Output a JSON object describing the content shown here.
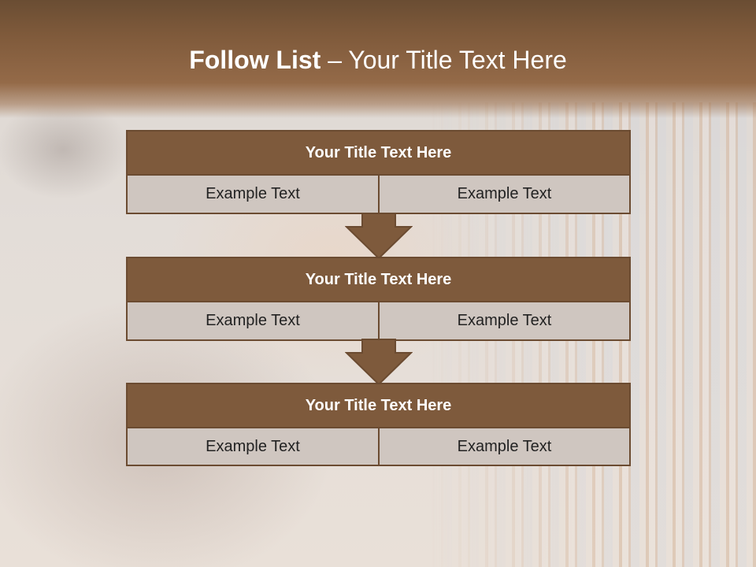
{
  "slide": {
    "title_bold": "Follow List",
    "title_rest": " – Your Title Text Here"
  },
  "steps": [
    {
      "title": "Your Title Text Here",
      "left": "Example Text",
      "right": "Example Text"
    },
    {
      "title": "Your Title Text Here",
      "left": "Example Text",
      "right": "Example Text"
    },
    {
      "title": "Your Title Text Here",
      "left": "Example Text",
      "right": "Example Text"
    }
  ],
  "colors": {
    "header_brown": "#7e5a3c",
    "border_brown": "#6b4b31",
    "cell_fill": "#cfc6c0",
    "title_text": "#ffffff"
  },
  "icons": {
    "connector": "down-arrow-icon"
  }
}
